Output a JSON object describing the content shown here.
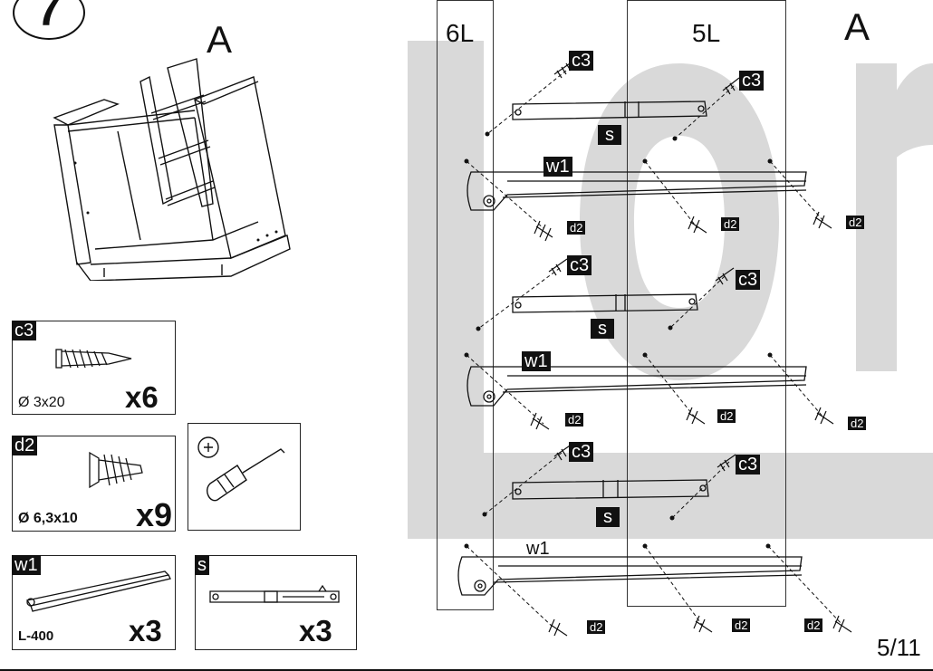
{
  "step": {
    "number": "7",
    "variant_label": "A"
  },
  "parts": {
    "c3": {
      "code": "c3",
      "spec": "Ø 3x20",
      "qty": "x6"
    },
    "d2": {
      "code": "d2",
      "spec": "Ø 6,3x10",
      "qty": "x9"
    },
    "w1": {
      "code": "w1",
      "spec": "L-400",
      "qty": "x3"
    },
    "s": {
      "code": "s",
      "qty": "x3"
    }
  },
  "tool": {
    "icon": "phillips-screwdriver-icon"
  },
  "diagram": {
    "variant_label": "A",
    "panel_left": "6L",
    "panel_right": "5L",
    "watermark": "Lo",
    "callouts": {
      "c3": "c3",
      "s": "s",
      "w1": "w1",
      "d2": "d2"
    }
  },
  "page": "5/11"
}
